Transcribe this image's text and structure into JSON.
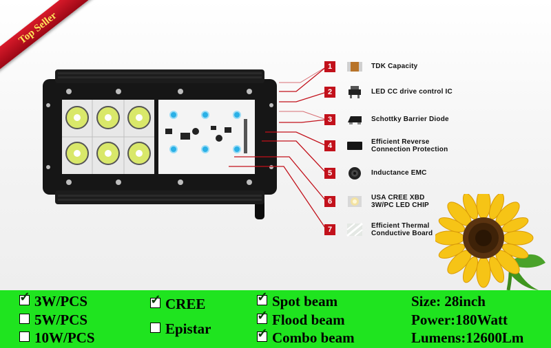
{
  "badge": {
    "label": "Top Seller"
  },
  "components": [
    {
      "num": "1",
      "icon": "capacitor-icon",
      "lines": [
        "TDK Capacity"
      ]
    },
    {
      "num": "2",
      "icon": "ic-chip-icon",
      "lines": [
        "LED CC drive control IC"
      ]
    },
    {
      "num": "3",
      "icon": "diode-icon",
      "lines": [
        "Schottky Barrier Diode"
      ]
    },
    {
      "num": "4",
      "icon": "protection-chip-icon",
      "lines": [
        "Efficient Reverse",
        "Connection Protection"
      ]
    },
    {
      "num": "5",
      "icon": "inductor-icon",
      "lines": [
        "Inductance EMC"
      ]
    },
    {
      "num": "6",
      "icon": "led-chip-icon",
      "lines": [
        "USA CREE XBD",
        "3W/PC LED CHIP"
      ]
    },
    {
      "num": "7",
      "icon": "thermal-board-icon",
      "lines": [
        "Efficient Thermal",
        "Conductive Board"
      ]
    }
  ],
  "options": {
    "power": [
      {
        "label": "3W/PCS",
        "checked": true
      },
      {
        "label": "5W/PCS",
        "checked": false
      },
      {
        "label": "10W/PCS",
        "checked": false
      }
    ],
    "chip": [
      {
        "label": "CREE",
        "checked": true
      },
      {
        "label": "Epistar",
        "checked": false
      }
    ],
    "beam": [
      {
        "label": "Spot beam",
        "checked": true
      },
      {
        "label": "Flood beam",
        "checked": true
      },
      {
        "label": "Combo beam",
        "checked": true
      }
    ]
  },
  "specs": {
    "size": "Size: 28inch",
    "power": "Power:180Watt",
    "lumens": "Lumens:12600Lm"
  },
  "colors": {
    "accent_red": "#c2111b",
    "panel_green": "#1fe41f",
    "housing": "#151515"
  }
}
